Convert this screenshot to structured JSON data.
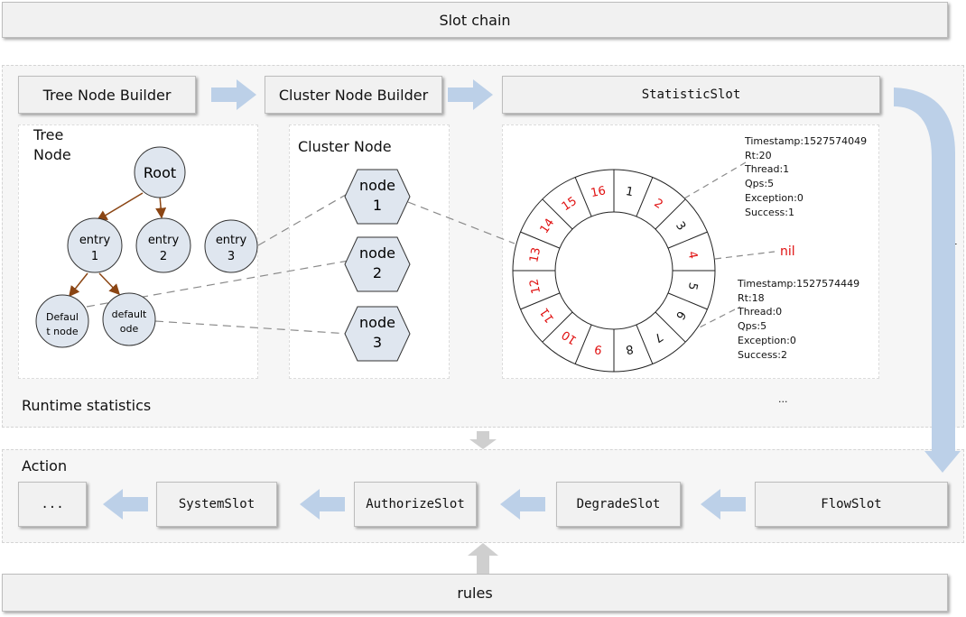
{
  "header": {
    "slot_chain": "Slot chain"
  },
  "pipeline": {
    "tree_node_builder": "Tree Node Builder",
    "cluster_node_builder": "Cluster Node Builder",
    "statistic_slot": "StatisticSlot"
  },
  "runtime": {
    "label": "Runtime statistics",
    "ellipsis": "...",
    "tree_panel": {
      "title": "Tree\nNode",
      "root": "Root",
      "entries": [
        {
          "line1": "entry",
          "line2": "1"
        },
        {
          "line1": "entry",
          "line2": "2"
        },
        {
          "line1": "entry",
          "line2": "3"
        }
      ],
      "defaults": [
        {
          "line1": "Defaul",
          "line2": "t node"
        },
        {
          "line1": "default",
          "line2": "ode"
        }
      ]
    },
    "cluster_panel": {
      "title": "Cluster Node",
      "nodes": [
        {
          "line1": "node",
          "line2": "1"
        },
        {
          "line1": "node",
          "line2": "2"
        },
        {
          "line1": "node",
          "line2": "3"
        }
      ]
    },
    "ring": {
      "segments": [
        "1",
        "2",
        "3",
        "4",
        "5",
        "6",
        "7",
        "8",
        "9",
        "10",
        "11",
        "12",
        "13",
        "14",
        "15",
        "16"
      ],
      "red_segments": [
        "2",
        "4",
        "9",
        "10",
        "11",
        "12",
        "13",
        "14",
        "15",
        "16"
      ],
      "nil_label": "nil",
      "stats_top": [
        "Timestamp:1527574049",
        "Rt:20",
        "Thread:1",
        "Qps:5",
        "Exception:0",
        "Success:1"
      ],
      "stats_bottom": [
        "Timestamp:1527574449",
        "Rt:18",
        "Thread:0",
        "Qps:5",
        "Exception:0",
        "Success:2"
      ]
    }
  },
  "side_mark": "r",
  "action": {
    "label": "Action",
    "slots": {
      "ellipsis": "...",
      "system": "SystemSlot",
      "authorize": "AuthorizeSlot",
      "degrade": "DegradeSlot",
      "flow": "FlowSlot"
    }
  },
  "footer": {
    "rules": "rules"
  },
  "colors": {
    "arrow": "#bcd0e8",
    "tree_edge": "#8b4513",
    "red_text": "#e01010",
    "node_fill": "#dfe6ef"
  }
}
